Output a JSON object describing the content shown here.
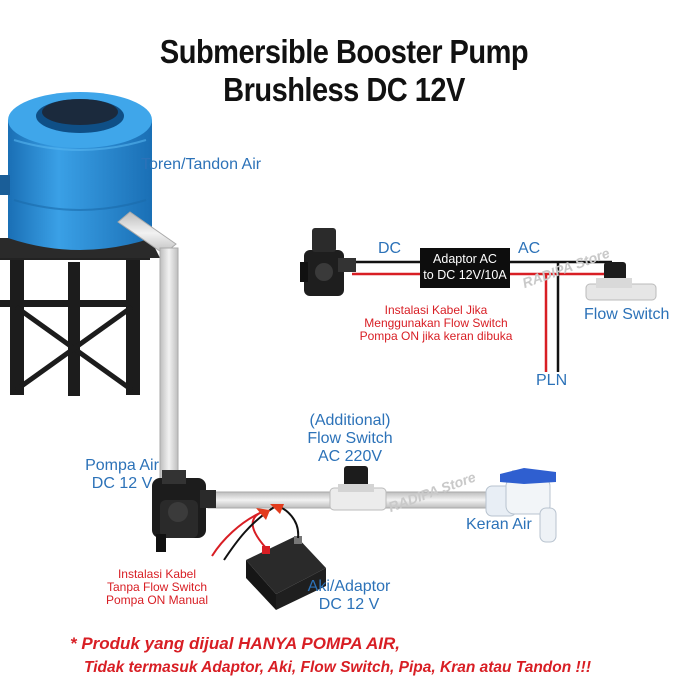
{
  "title_line1": "Submersible Booster Pump",
  "title_line2": "Brushless DC 12V",
  "labels": {
    "tank": "Toren/Tandon Air",
    "dc": "DC",
    "ac": "AC",
    "adaptor_line1": "Adaptor AC",
    "adaptor_line2": "to DC 12V/10A",
    "flow_switch_right": "Flow Switch",
    "pln": "PLN",
    "note_flow_line1": "Instalasi Kabel Jika",
    "note_flow_line2": "Menggunakan Flow Switch",
    "note_flow_line3": "Pompa ON jika keran dibuka",
    "additional": "(Additional)",
    "flow_switch_mid": "Flow Switch",
    "flow_switch_mid_ac": "AC 220V",
    "pump_line1": "Pompa Air",
    "pump_line2": "DC 12 V",
    "faucet": "Keran Air",
    "note_manual_line1": "Instalasi Kabel",
    "note_manual_line2": "Tanpa Flow Switch",
    "note_manual_line3": "Pompa ON Manual",
    "battery_line1": "Aki/Adaptor",
    "battery_line2": "DC 12 V",
    "watermark": "RADIPA Store"
  },
  "disclaimer_line1": "* Produk yang dijual HANYA POMPA AIR,",
  "disclaimer_line2": "Tidak termasuk Adaptor, Aki, Flow Switch, Pipa, Kran atau Tandon !!!",
  "colors": {
    "tank": "#2b8fd6",
    "text_blue": "#2c72b8",
    "text_red": "#d81e24",
    "pipe": "#dcdcdc",
    "wire_red": "#d81e24",
    "wire_black": "#111111"
  }
}
